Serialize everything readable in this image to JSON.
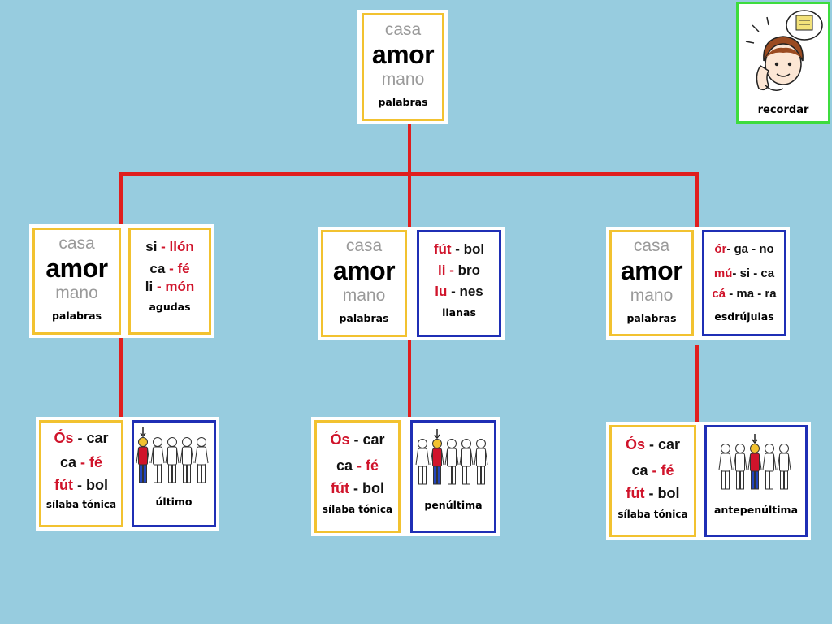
{
  "top": {
    "word_small_1": "casa",
    "word_big": "amor",
    "word_small_2": "mano",
    "caption": "palabras"
  },
  "corner": {
    "caption": "recordar",
    "icon": "thinking-person-icon"
  },
  "mid": [
    {
      "palabras": {
        "w1": "casa",
        "w2": "amor",
        "w3": "mano",
        "caption": "palabras"
      },
      "type_caption": "agudas",
      "rows": [
        [
          {
            "t": "si",
            "c": "black"
          },
          {
            "t": " - ",
            "c": "red"
          },
          {
            "t": "llón",
            "c": "red"
          }
        ],
        [
          {
            "t": "ca",
            "c": "black"
          },
          {
            "t": " - ",
            "c": "red"
          },
          {
            "t": "fé",
            "c": "red"
          }
        ],
        [
          {
            "t": "li",
            "c": "black"
          },
          {
            "t": " - ",
            "c": "red"
          },
          {
            "t": "món",
            "c": "red"
          }
        ]
      ]
    },
    {
      "palabras": {
        "w1": "casa",
        "w2": "amor",
        "w3": "mano",
        "caption": "palabras"
      },
      "type_caption": "llanas",
      "rows": [
        [
          {
            "t": "fút",
            "c": "red"
          },
          {
            "t": " - ",
            "c": "black"
          },
          {
            "t": "bol",
            "c": "black"
          }
        ],
        [
          {
            "t": "li",
            "c": "red"
          },
          {
            "t": " - ",
            "c": "red"
          },
          {
            "t": "bro",
            "c": "black"
          }
        ],
        [
          {
            "t": "lu",
            "c": "red"
          },
          {
            "t": " - ",
            "c": "black"
          },
          {
            "t": "nes",
            "c": "black"
          }
        ]
      ]
    },
    {
      "palabras": {
        "w1": "casa",
        "w2": "amor",
        "w3": "mano",
        "caption": "palabras"
      },
      "type_caption": "esdrújulas",
      "rows": [
        [
          {
            "t": "ór",
            "c": "red"
          },
          {
            "t": "- ga - no",
            "c": "black"
          }
        ],
        [
          {
            "t": "mú",
            "c": "red"
          },
          {
            "t": "- si - ca",
            "c": "black"
          }
        ],
        [
          {
            "t": "cá",
            "c": "red"
          },
          {
            "t": " - ma - ra",
            "c": "black"
          }
        ]
      ]
    }
  ],
  "bottom": [
    {
      "caption": "sílaba tónica",
      "position_caption": "último",
      "highlight_index": 0,
      "rows": [
        [
          {
            "t": "Ós",
            "c": "red"
          },
          {
            "t": " - car",
            "c": "black"
          }
        ],
        [
          {
            "t": "ca",
            "c": "black"
          },
          {
            "t": " - fé",
            "c": "red"
          }
        ],
        [
          {
            "t": "fút",
            "c": "red"
          },
          {
            "t": " - bol",
            "c": "black"
          }
        ]
      ]
    },
    {
      "caption": "sílaba tónica",
      "position_caption": "penúltima",
      "highlight_index": 1,
      "rows": [
        [
          {
            "t": "Ós",
            "c": "red"
          },
          {
            "t": " - car",
            "c": "black"
          }
        ],
        [
          {
            "t": "ca",
            "c": "black"
          },
          {
            "t": " - fé",
            "c": "red"
          }
        ],
        [
          {
            "t": "fút",
            "c": "red"
          },
          {
            "t": " - bol",
            "c": "black"
          }
        ]
      ]
    },
    {
      "caption": "sílaba tónica",
      "position_caption": "antepenúltima",
      "highlight_index": 2,
      "rows": [
        [
          {
            "t": "Ós",
            "c": "red"
          },
          {
            "t": " - car",
            "c": "black"
          }
        ],
        [
          {
            "t": "ca",
            "c": "black"
          },
          {
            "t": " - fé",
            "c": "red"
          }
        ],
        [
          {
            "t": "fút",
            "c": "red"
          },
          {
            "t": " - bol",
            "c": "black"
          }
        ]
      ]
    }
  ],
  "colors": {
    "background": "#97CCDF",
    "line": "#E01E1E",
    "yellow_border": "#F2C230",
    "blue_border": "#1F2FB5",
    "green_border": "#3DDC3D",
    "red_text": "#D0142B"
  }
}
